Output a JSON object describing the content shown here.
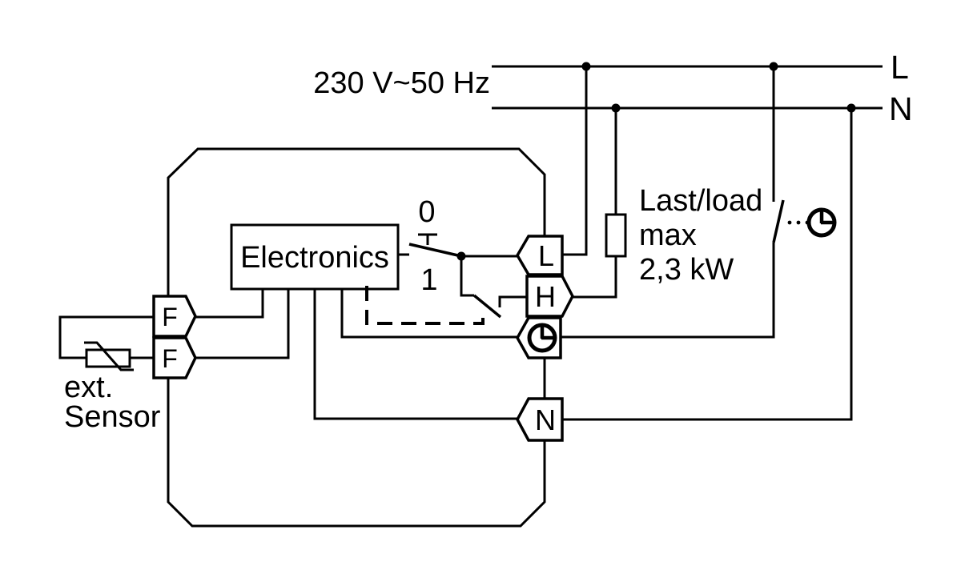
{
  "colors": {
    "stroke": "#000000",
    "background": "#ffffff"
  },
  "supply": {
    "label": "230 V~50 Hz",
    "l_label": "L",
    "n_label": "N"
  },
  "device": {
    "electronics_label": "Electronics",
    "mode_switch": {
      "off_label": "0",
      "on_label": "1"
    },
    "terminals": {
      "live": "L",
      "heating": "H",
      "neutral": "N",
      "sensor_a": "F",
      "sensor_b": "F",
      "timer_icon": "quarter-clock"
    }
  },
  "load": {
    "line1": "Last/load",
    "line2": "max",
    "line3": "2,3 kW"
  },
  "external_sensor": {
    "line1": "ext.",
    "line2": "Sensor"
  },
  "external_timer_switch": {
    "icon": "quarter-clock"
  }
}
